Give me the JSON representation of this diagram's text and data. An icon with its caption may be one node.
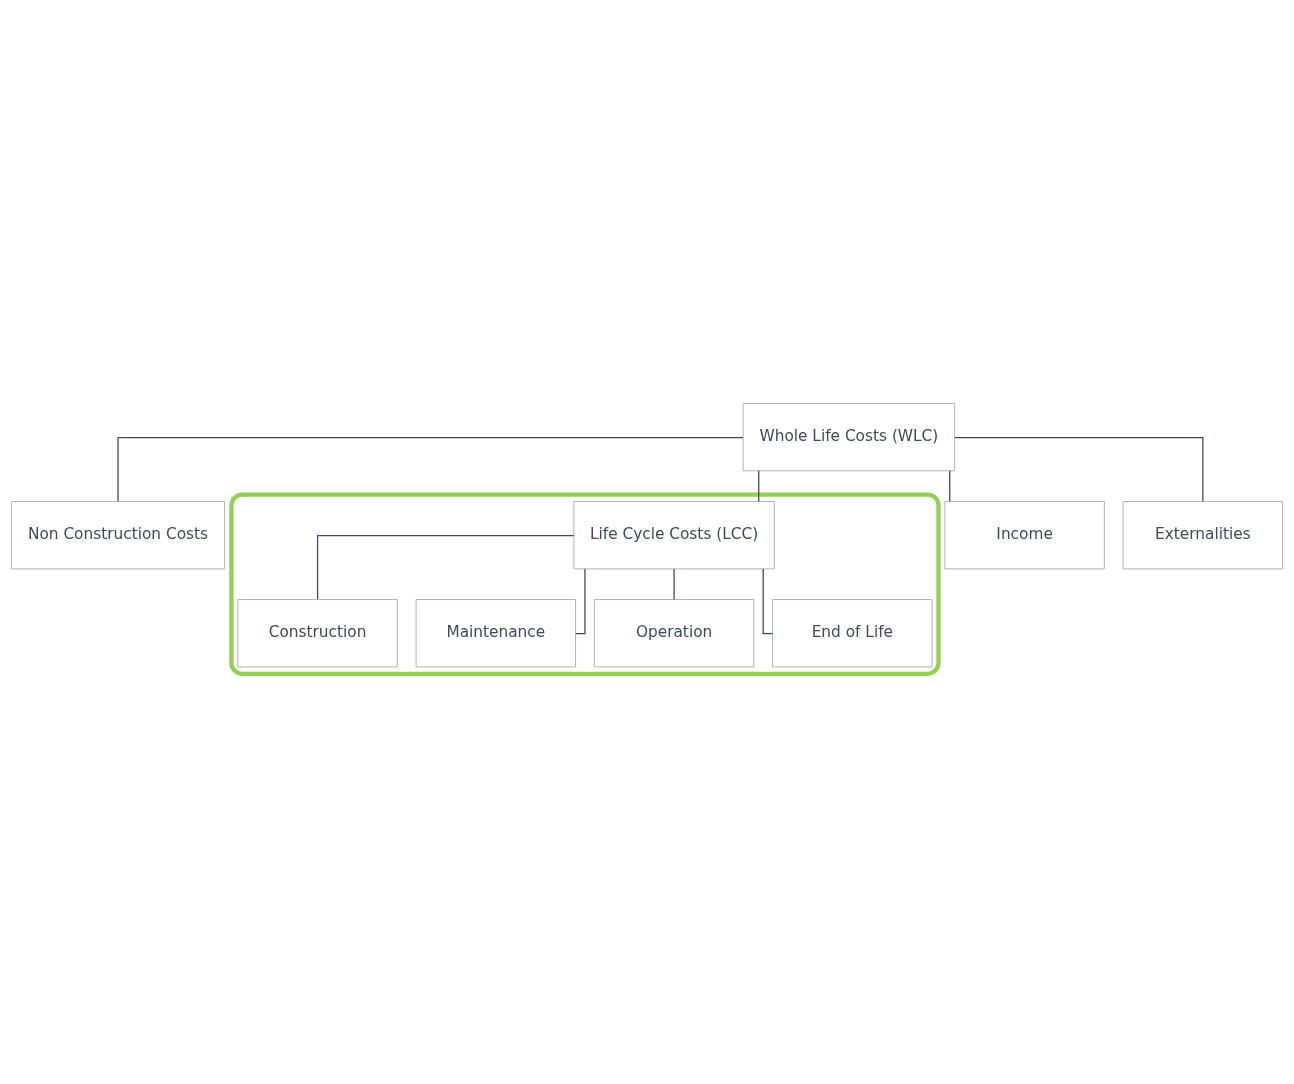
{
  "diagram": {
    "nodes": [
      {
        "text": [
          "Whole Life Costs (WLC)"
        ]
      },
      {
        "text": [
          "Non Construction Costs"
        ]
      },
      {
        "text": [],
        "shape": "box"
      },
      {
        "text": [
          "Life Cycle Costs (LCC)"
        ],
        "in": 2
      },
      {
        "text": [
          "Income"
        ]
      },
      {
        "text": [
          "Externalities"
        ]
      },
      {
        "text": [
          "Construction"
        ],
        "in": 2
      },
      {
        "text": [
          "Maintenance"
        ],
        "in": 2
      },
      {
        "text": [
          "Operation"
        ],
        "in": 2
      },
      {
        "text": [
          "End of Life"
        ],
        "in": 2
      }
    ],
    "edges": [
      {
        "from": 0,
        "to": 1,
        "arrow": "none"
      },
      {
        "from": 0,
        "to": 3,
        "arrow": "none"
      },
      {
        "from": 0,
        "to": 4,
        "arrow": "none"
      },
      {
        "from": 0,
        "to": 5,
        "arrow": "none"
      },
      {
        "from": 3,
        "to": 6,
        "arrow": "none"
      },
      {
        "from": 3,
        "to": 7,
        "arrow": "none"
      },
      {
        "from": 3,
        "to": 8,
        "arrow": "none"
      },
      {
        "from": 3,
        "to": 9,
        "arrow": "none"
      }
    ]
  }
}
